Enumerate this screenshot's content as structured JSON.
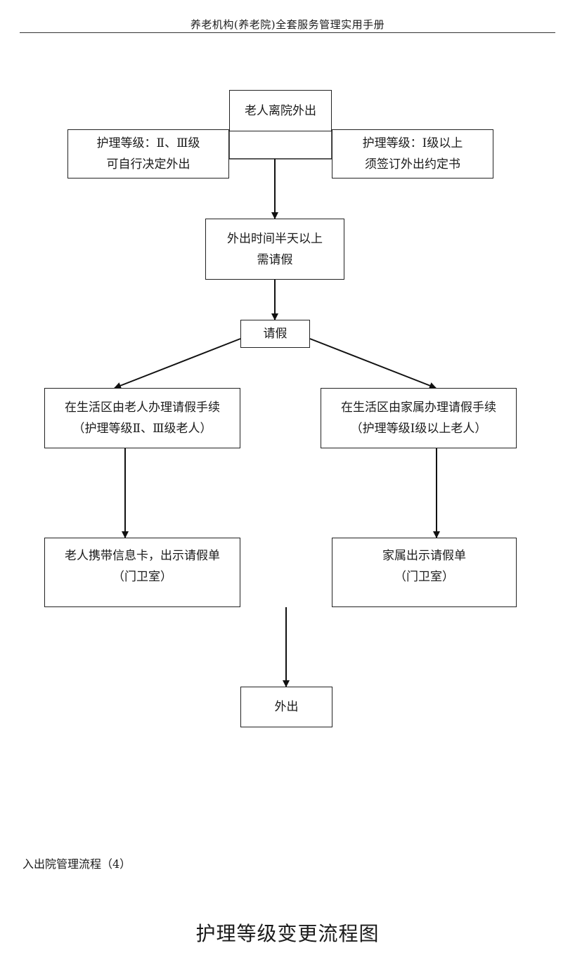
{
  "header": {
    "title": "养老机构(养老院)全套服务管理实用手册"
  },
  "flowchart": {
    "nodes": {
      "leave": {
        "lines": [
          "老人离院外出"
        ]
      },
      "level_low": {
        "lines": [
          "护理等级：Ⅱ、Ⅲ级",
          "可自行决定外出"
        ]
      },
      "level_high": {
        "lines": [
          "护理等级：Ⅰ级以上",
          "须签订外出约定书"
        ]
      },
      "half_day": {
        "lines": [
          "外出时间半天以上",
          "需请假"
        ]
      },
      "request_leave": {
        "lines": [
          "请假"
        ]
      },
      "elder_procedure": {
        "lines": [
          "在生活区由老人办理请假手续",
          "（护理等级Ⅱ、Ⅲ级老人）"
        ]
      },
      "family_procedure": {
        "lines": [
          "在生活区由家属办理请假手续",
          "（护理等级Ⅰ级以上老人）"
        ]
      },
      "elder_gate": {
        "lines": [
          "老人携带信息卡，出示请假单",
          "（门卫室）"
        ]
      },
      "family_gate": {
        "lines": [
          "家属出示请假单",
          "（门卫室）"
        ]
      },
      "go_out": {
        "lines": [
          "外出"
        ]
      }
    }
  },
  "footer": {
    "caption": "入出院管理流程（4）",
    "next_title": "护理等级变更流程图"
  }
}
